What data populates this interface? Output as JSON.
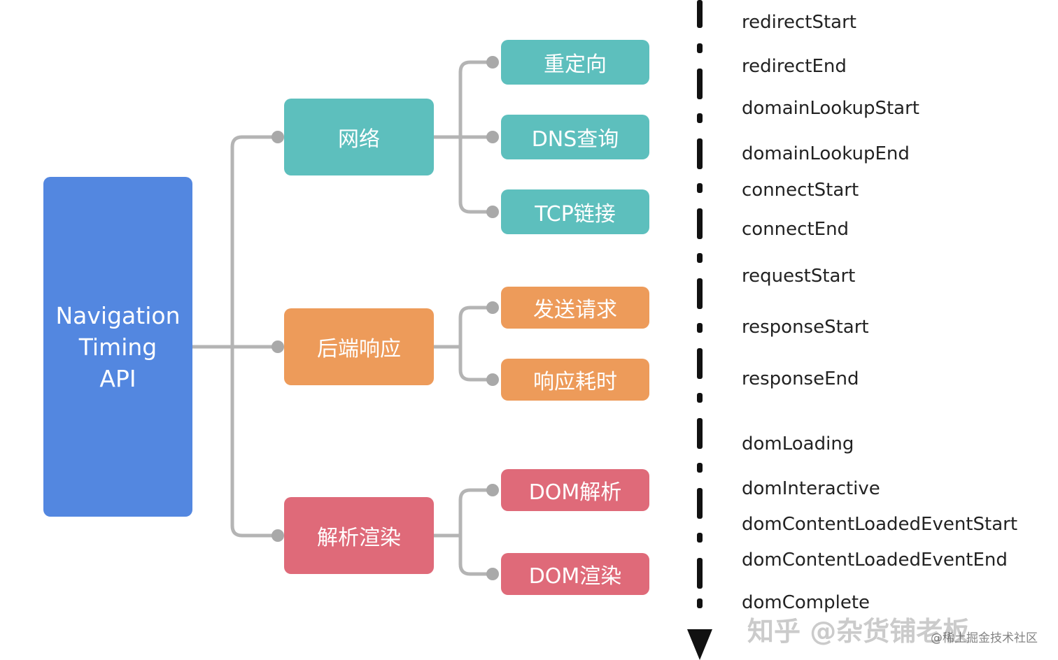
{
  "diagram": {
    "root": {
      "lines": [
        "Navigation",
        "Timing",
        "API"
      ]
    },
    "categories": [
      {
        "id": "network",
        "label": "网络",
        "color": "#5dbfbd",
        "children": [
          "重定向",
          "DNS查询",
          "TCP链接"
        ]
      },
      {
        "id": "backend",
        "label": "后端响应",
        "color": "#ed9b5a",
        "children": [
          "发送请求",
          "响应耗时"
        ]
      },
      {
        "id": "render",
        "label": "解析渲染",
        "color": "#df6a79",
        "children": [
          "DOM解析",
          "DOM渲染"
        ]
      }
    ],
    "root_color": "#5387e0",
    "connector_color": "#b4b4b4"
  },
  "timeline": {
    "events": [
      "redirectStart",
      "redirectEnd",
      "domainLookupStart",
      "domainLookupEnd",
      "connectStart",
      "connectEnd",
      "requestStart",
      "responseStart",
      "responseEnd",
      "domLoading",
      "domInteractive",
      "domContentLoadedEventStart",
      "domContentLoadedEventEnd",
      "domComplete"
    ]
  },
  "watermark": {
    "primary": "知乎 @杂货铺老板",
    "secondary": "@稀土掘金技术社区"
  }
}
